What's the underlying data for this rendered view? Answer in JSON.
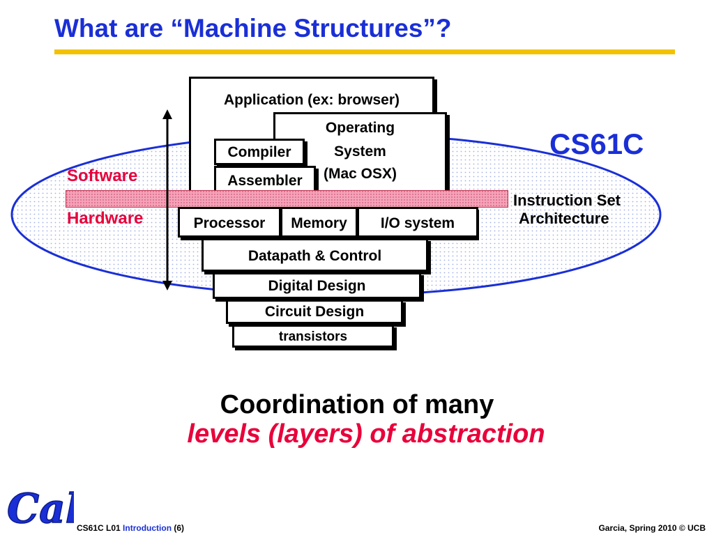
{
  "slide": {
    "title": "What are “Machine Structures”?",
    "cs61c_label": "CS61C",
    "software_label": "Software",
    "hardware_label": "Hardware",
    "isa_line1": "Instruction Set",
    "isa_line2": "Architecture",
    "coordination_line1": "Coordination of many",
    "coordination_line2": "levels (layers) of abstraction"
  },
  "layers": {
    "application": "Application (ex: browser)",
    "os_line1": "Operating",
    "os_line2": "System",
    "os_line3": "(Mac OSX)",
    "compiler": "Compiler",
    "assembler": "Assembler",
    "processor": "Processor",
    "memory": "Memory",
    "io_system": "I/O system",
    "datapath_control": "Datapath & Control",
    "digital_design": "Digital Design",
    "circuit_design": "Circuit Design",
    "transistors": "transistors"
  },
  "footer": {
    "course": "CS61C L01",
    "topic": "Introduction",
    "slide_number": "(6)",
    "credit": "Garcia, Spring 2010 © UCB"
  },
  "logo": {
    "text": "Cal",
    "color": "#1a2fd6"
  },
  "colors": {
    "title_blue": "#1a2fd6",
    "accent_red": "#e8003a",
    "rule_gold": "#f2c200",
    "isa_band_pink": "#f4a3b8"
  }
}
